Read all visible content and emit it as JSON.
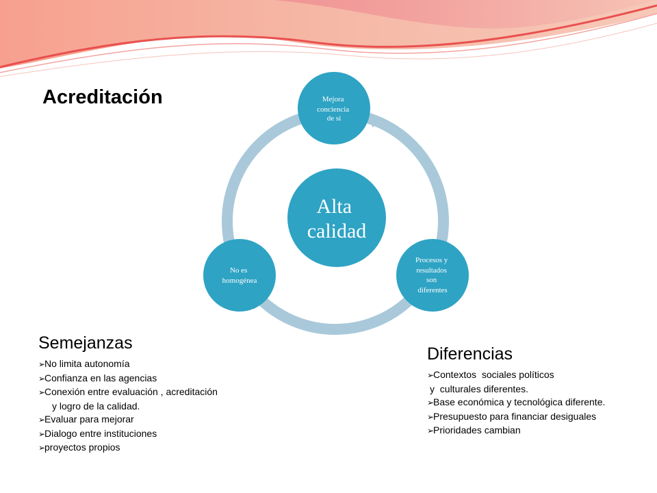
{
  "slide": {
    "title": "Acreditación",
    "colors": {
      "node_fill": "#2ea3c4",
      "ring": "#a9c9da",
      "banner_pink": "#f08a8f",
      "banner_peach": "#f6b3a0",
      "banner_red": "#e9504f"
    }
  },
  "diagram": {
    "center": {
      "lines": [
        "Alta",
        "calidad"
      ]
    },
    "nodes": [
      {
        "lines": [
          "Mejora",
          "conciencia",
          "de  sí"
        ]
      },
      {
        "lines": [
          "Procesos  y",
          "resultados",
          "son",
          "diferentes"
        ]
      },
      {
        "lines": [
          "No es",
          "homogénea"
        ]
      }
    ]
  },
  "semejanzas": {
    "heading": "Semejanzas",
    "bullet_icon": "arrow-bullet-icon",
    "items": [
      {
        "lines": [
          "No limita autonomía"
        ]
      },
      {
        "lines": [
          "Confianza en las agencias"
        ]
      },
      {
        "lines": [
          "Conexión entre evaluación , acreditación",
          "y logro de la calidad."
        ]
      },
      {
        "lines": [
          "Evaluar para mejorar"
        ]
      },
      {
        "lines": [
          "Dialogo entre instituciones"
        ]
      },
      {
        "lines": [
          "proyectos propios"
        ]
      }
    ]
  },
  "diferencias": {
    "heading": "Diferencias",
    "bullet_icon": "arrow-bullet-icon",
    "items": [
      {
        "lines": [
          "Contextos  sociales políticos",
          "y  culturales diferentes."
        ]
      },
      {
        "lines": [
          "Base económica y tecnológica diferente."
        ]
      },
      {
        "lines": [
          "Presupuesto para financiar desiguales"
        ]
      },
      {
        "lines": [
          "Prioridades cambian"
        ]
      }
    ]
  }
}
